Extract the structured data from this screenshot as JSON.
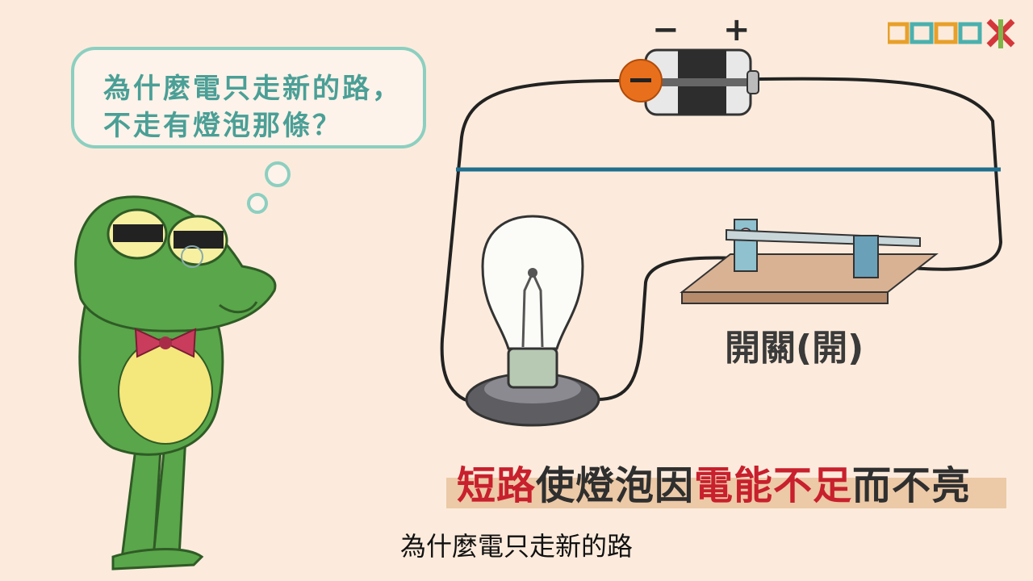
{
  "bubble": {
    "line1": "為什麼電只走新的路，",
    "line2": "不走有燈泡那條？"
  },
  "battery": {
    "minus_label": "−",
    "plus_label": "+",
    "electron_symbol": "−"
  },
  "switch": {
    "label": "開關(開)"
  },
  "caption": {
    "part1": "短路",
    "part2": "使燈泡因",
    "part3": "電能不足",
    "part4": "而不亮"
  },
  "subtitle": "為什麼電只走新的路",
  "colors": {
    "background": "#fcebdc",
    "wire": "#222222",
    "short_wire": "#1f6f8f",
    "accent_red": "#c8202d",
    "bubble_border": "#8ccfc0",
    "bubble_text": "#4a9f96",
    "frog_green": "#5aa64a"
  },
  "icons": [
    "battery-icon",
    "light-bulb-icon",
    "knife-switch-icon",
    "frog-character",
    "electron-icon",
    "cooc-logo"
  ]
}
